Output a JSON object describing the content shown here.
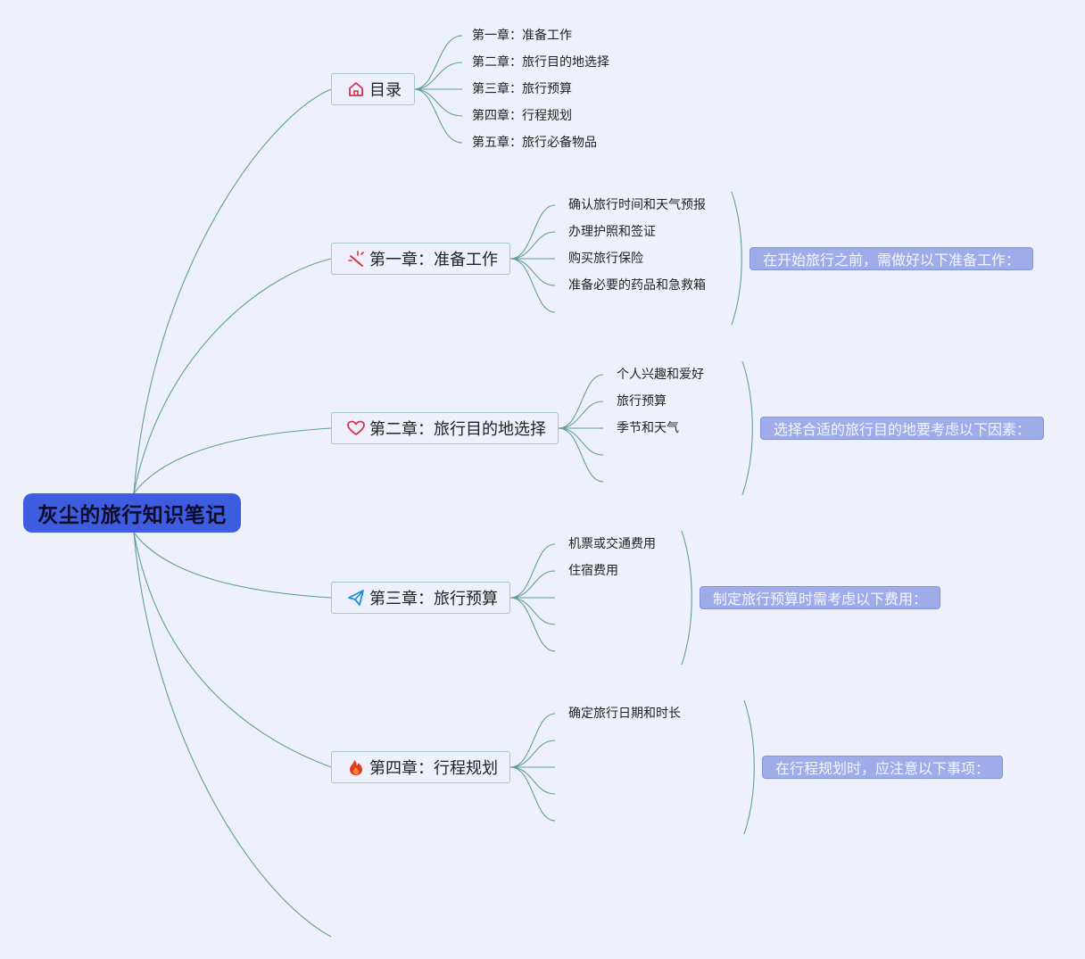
{
  "root": {
    "label": "灰尘的旅行知识笔记"
  },
  "toc": {
    "label": "目录",
    "icon": "home-icon",
    "items": [
      "第一章：准备工作",
      "第二章：旅行目的地选择",
      "第三章：旅行预算",
      "第四章：行程规划",
      "第五章：旅行必备物品"
    ]
  },
  "ch1": {
    "label": "第一章：准备工作",
    "icon": "magic-wand-icon",
    "items": [
      "确认旅行时间和天气预报",
      "办理护照和签证",
      "购买旅行保险",
      "准备必要的药品和急救箱"
    ],
    "note": "在开始旅行之前，需做好以下准备工作："
  },
  "ch2": {
    "label": "第二章：旅行目的地选择",
    "icon": "heart-icon",
    "items": [
      "个人兴趣和爱好",
      "旅行预算",
      "季节和天气"
    ],
    "note": "选择合适的旅行目的地要考虑以下因素："
  },
  "ch3": {
    "label": "第三章：旅行预算",
    "icon": "paper-plane-icon",
    "items": [
      "机票或交通费用",
      "住宿费用"
    ],
    "note": "制定旅行预算时需考虑以下费用："
  },
  "ch4": {
    "label": "第四章：行程规划",
    "icon": "flame-icon",
    "items": [
      "确定旅行日期和时长"
    ],
    "note": "在行程规划时，应注意以下事项："
  },
  "colors": {
    "background": "#eef0fc",
    "root_fill": "#3d5ce0",
    "line": "#5f9ea0",
    "note_fill": "#9eadea"
  }
}
